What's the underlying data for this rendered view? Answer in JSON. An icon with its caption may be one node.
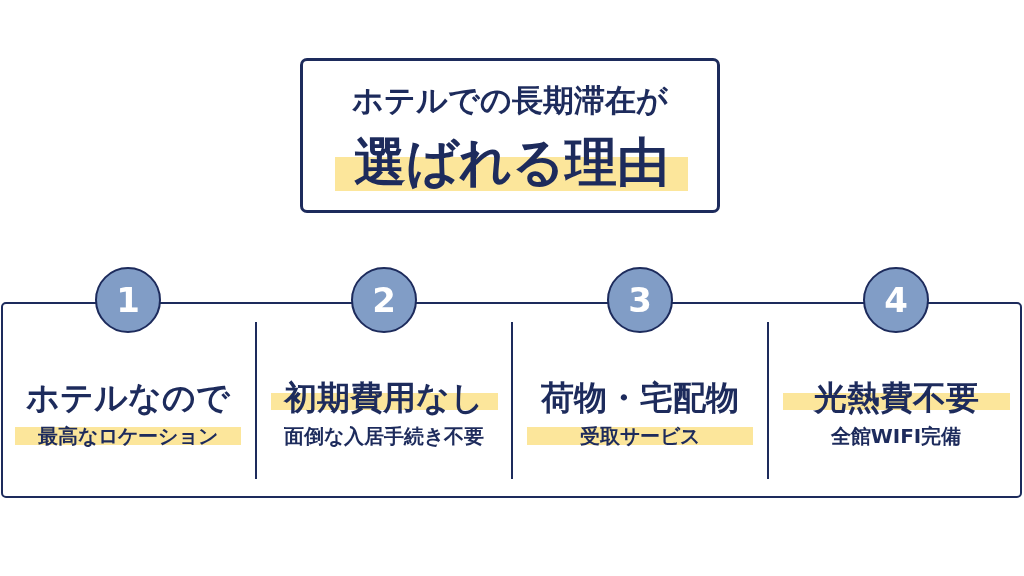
{
  "diagram": {
    "nodes": [
      {
        "text": [
          "ホテルでの長期滞在が",
          "選ばれる理由"
        ]
      },
      {
        "text": [],
        "shape": "box"
      },
      {
        "text": [
          "1"
        ],
        "beside": [
          "ホテルなので",
          "最高なロケーション"
        ]
      },
      {
        "text": [
          "2"
        ],
        "beside": [
          "初期費用なし",
          "面倒な入居手続き不要"
        ]
      },
      {
        "text": [
          "3"
        ],
        "beside": [
          "荷物・宅配物",
          "受取サービス"
        ]
      },
      {
        "text": [
          "4"
        ],
        "beside": [
          "光熱費不要",
          "全館WIFI完備"
        ]
      }
    ]
  }
}
